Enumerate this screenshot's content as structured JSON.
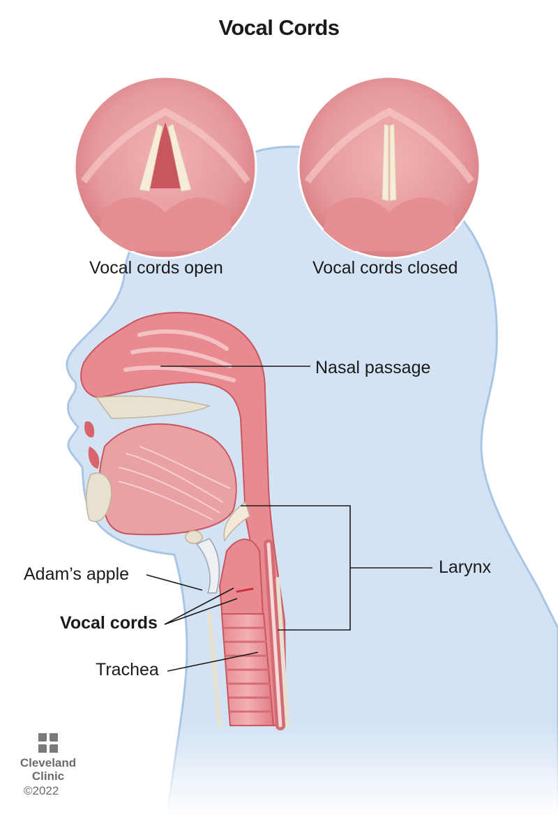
{
  "title": "Vocal Cords",
  "insets": {
    "open_caption": "Vocal cords open",
    "closed_caption": "Vocal cords closed"
  },
  "labels": {
    "nasal_passage": "Nasal passage",
    "larynx": "Larynx",
    "adams_apple": "Adam’s apple",
    "vocal_cords": "Vocal cords",
    "trachea": "Trachea"
  },
  "branding": {
    "logo_line1": "Cleveland",
    "logo_line2": "Clinic",
    "copyright": "©2022"
  },
  "colors": {
    "head_fill": "#d3e3f4",
    "head_outline": "#a9c5e6",
    "tissue": "#e88a90",
    "tissue_dark": "#c9555e",
    "cartilage": "#e9e1cf",
    "cord": "#f6ecd8",
    "leader": "#1a1a1a"
  }
}
